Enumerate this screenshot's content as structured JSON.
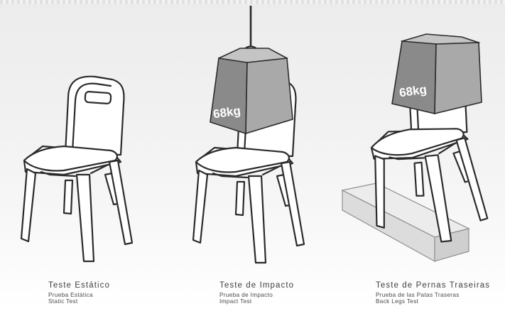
{
  "tests": [
    {
      "title_pt": "Teste Estático",
      "title_es": "Prueba Estática",
      "title_en": "Static Test"
    },
    {
      "title_pt": "Teste de Impacto",
      "title_es": "Prueba de Impacto",
      "title_en": "Impact Test",
      "weight_label": "68kg"
    },
    {
      "title_pt": "Teste de Pernas Traseiras",
      "title_es": "Prueba de las Patas Traseras",
      "title_en": "Back Legs Test",
      "weight_label": "68kg"
    }
  ],
  "colors": {
    "line": "#2b2b2b",
    "weight_front": "#8a8a8a",
    "weight_side": "#a9a9a9",
    "weight_top": "#c4c4c4",
    "block": "#e3e3e3"
  }
}
